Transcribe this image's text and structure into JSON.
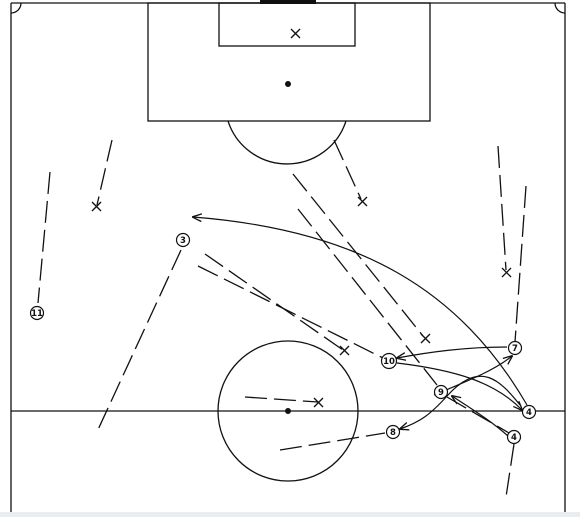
{
  "players": [
    {
      "id": "p3",
      "number": "3"
    },
    {
      "id": "p11",
      "number": "11"
    },
    {
      "id": "p10",
      "number": "10"
    },
    {
      "id": "p9",
      "number": "9"
    },
    {
      "id": "p8",
      "number": "8"
    },
    {
      "id": "p7",
      "number": "7"
    },
    {
      "id": "p4a",
      "number": "4"
    },
    {
      "id": "p4b",
      "number": "4"
    }
  ]
}
